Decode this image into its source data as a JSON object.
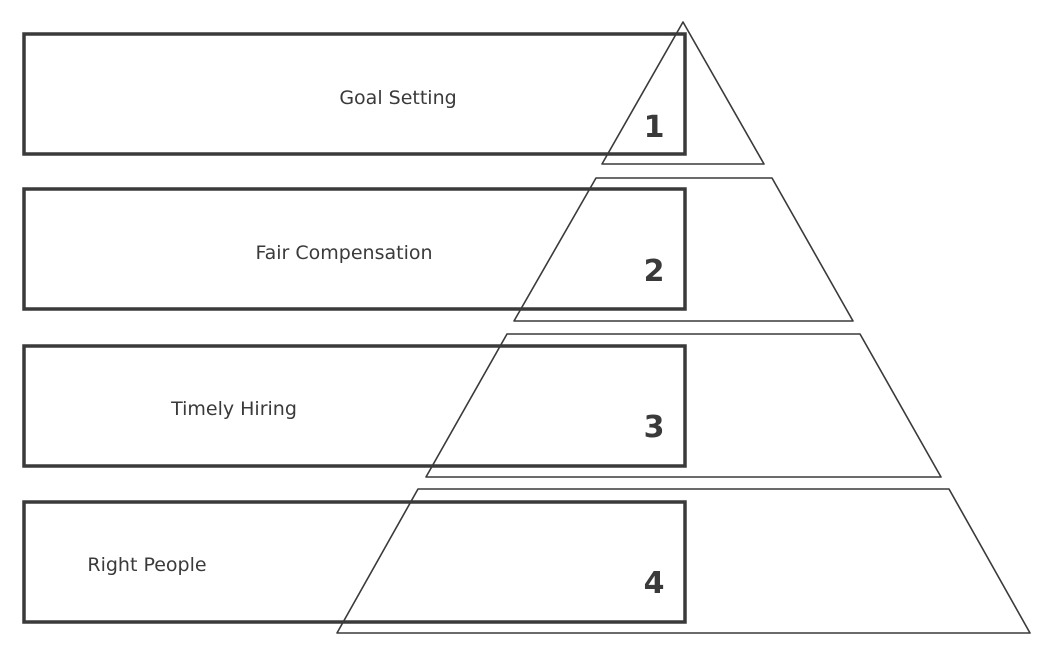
{
  "levels": [
    {
      "number": "1",
      "label": "Goal Setting"
    },
    {
      "number": "2",
      "label": "Fair Compensation"
    },
    {
      "number": "3",
      "label": "Timely Hiring"
    },
    {
      "number": "4",
      "label": "Right People"
    }
  ],
  "colors": {
    "stroke": "#3a3a3a",
    "background": "#ffffff"
  }
}
